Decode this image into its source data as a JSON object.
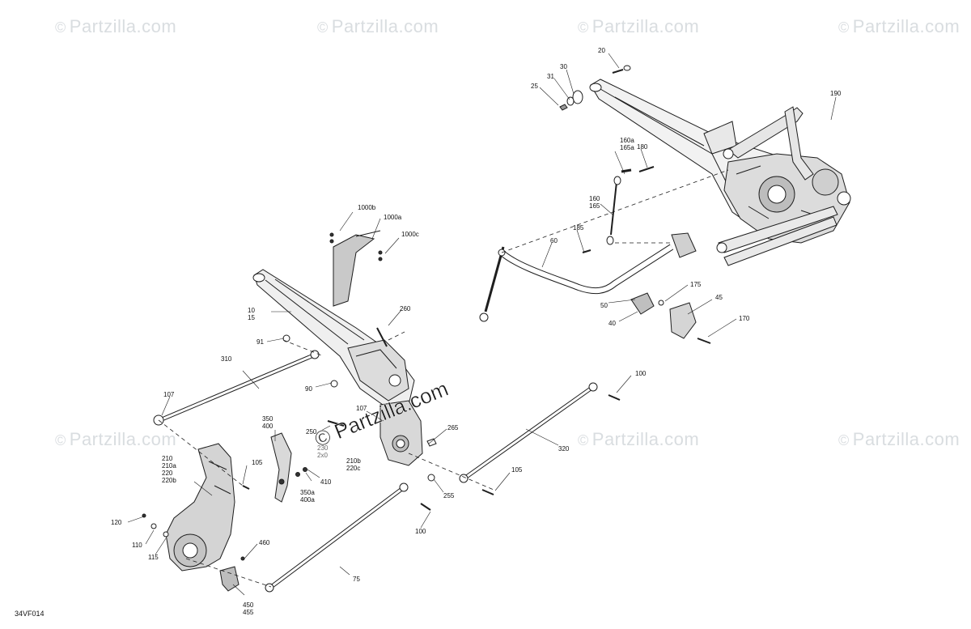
{
  "watermark": {
    "text": "Partzilla.com",
    "symbol": "©"
  },
  "center_watermark": "Partzilla.com",
  "diagram_code": "34VF014",
  "callouts": {
    "c20": "20",
    "c30": "30",
    "c31": "31",
    "c25": "25",
    "c190": "190",
    "c160a": "160a\n165a",
    "c180": "180",
    "c160": "160\n165",
    "c185": "185",
    "c60": "60",
    "c175": "175",
    "c45": "45",
    "c50": "50",
    "c40": "40",
    "c170": "170",
    "c1000b": "1000b",
    "c1000a": "1000a",
    "c1000c": "1000c",
    "c10": "10\n15",
    "c260": "260",
    "c91": "91",
    "c310": "310",
    "c90": "90",
    "c107a": "107",
    "c107b": "107",
    "c100a": "100",
    "c350": "350\n400",
    "c250": "250",
    "c265": "265",
    "c2x0": "230\n2x0",
    "c210b": "210b\n220c",
    "c210": "210\n210a\n220\n220b",
    "c105a": "105",
    "c410": "410",
    "c350a": "350a\n400a",
    "c320": "320",
    "c105b": "105",
    "c255": "255",
    "c100b": "100",
    "c120": "120",
    "c110": "110",
    "c115": "115",
    "c460": "460",
    "c75": "75",
    "c450": "450\n455"
  },
  "colors": {
    "line": "#1e1e1e",
    "shade": "#c8c8c8",
    "dark": "#6b6b6b",
    "watermark": "#d9dde0"
  }
}
